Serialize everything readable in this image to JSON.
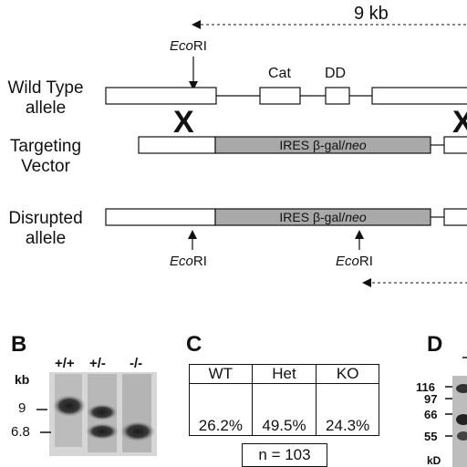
{
  "panel_a": {
    "scale_label": "9 kb",
    "rows": [
      {
        "label_line1": "Wild Type",
        "label_line2": "allele"
      },
      {
        "label_line1": "Targeting",
        "label_line2": "Vector"
      },
      {
        "label_line1": "Disrupted",
        "label_line2": "allele"
      }
    ],
    "ecori_top": {
      "italic": "Eco",
      "plain": "RI"
    },
    "ecori_bottom_left": {
      "italic": "Eco",
      "plain": "RI"
    },
    "ecori_bottom_right": {
      "italic": "Eco",
      "plain": "RI"
    },
    "exon_cat": "Cat",
    "exon_dd": "DD",
    "crossover_mark": "X",
    "cassette": {
      "plain": "IRES β-gal/",
      "italic": "neo"
    }
  },
  "panel_b": {
    "letter": "B",
    "lanes": [
      "+/+",
      "+/-",
      "-/-"
    ],
    "unit": "kb",
    "markers": [
      "9",
      "6.8"
    ]
  },
  "panel_c": {
    "letter": "C",
    "headers": [
      "WT",
      "Het",
      "KO"
    ],
    "values": [
      "26.2%",
      "49.5%",
      "24.3%"
    ],
    "n_label": "n = 103"
  },
  "panel_d": {
    "letter": "D",
    "markers": [
      "116",
      "97",
      "66",
      "55"
    ],
    "unit": "kD"
  },
  "colors": {
    "cassette_fill": "#a9a9a9",
    "line": "#111111"
  }
}
